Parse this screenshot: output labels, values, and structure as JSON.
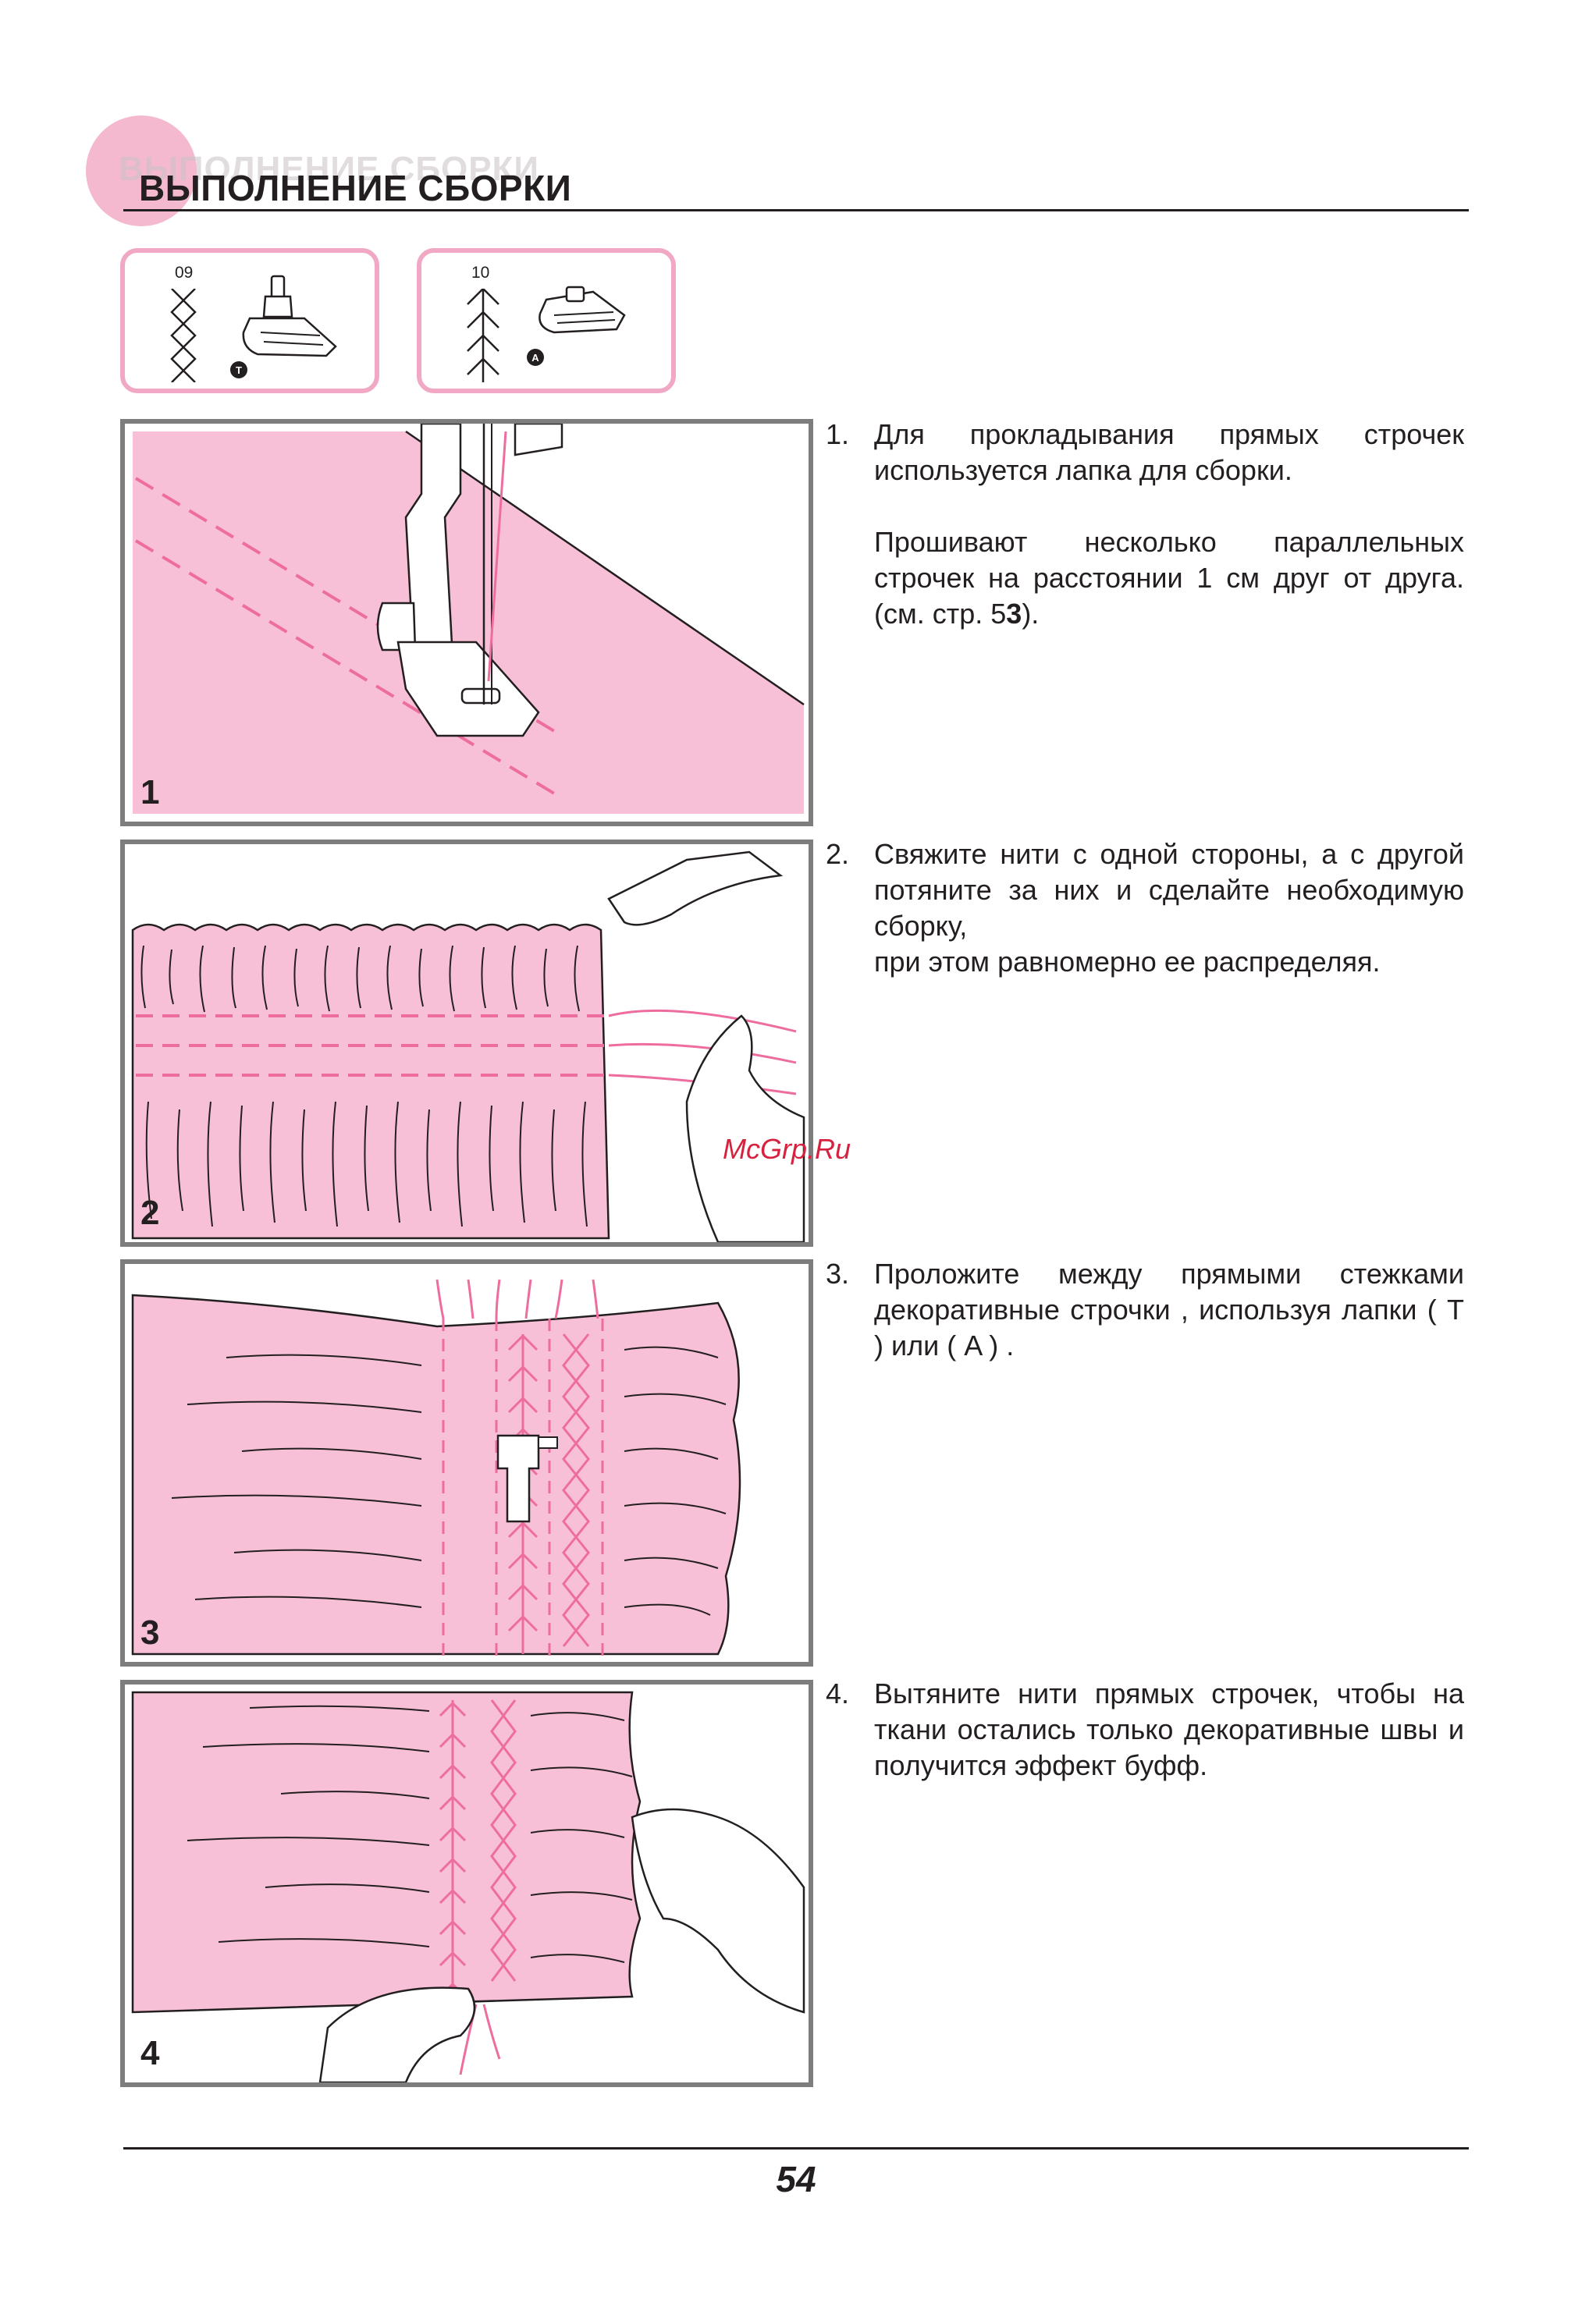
{
  "header": {
    "title": "ВЫПОЛНЕНИЕ СБОРКИ",
    "ghost_title": "ВЫПОЛНЕНИЕ СБОРКИ"
  },
  "stitch_cards": [
    {
      "number": "09",
      "foot_letter": "T"
    },
    {
      "number": "10",
      "foot_letter": "A"
    }
  ],
  "figures": [
    {
      "label": "1"
    },
    {
      "label": "2"
    },
    {
      "label": "3"
    },
    {
      "label": "4"
    }
  ],
  "steps": [
    {
      "number": "1.",
      "paragraph_1": "Для прокладывания прямых строчек используется лапка для сборки.",
      "paragraph_2_prefix": "Прошивают несколько параллельных строчек на расстоянии 1 см друг от друга. (см. стр. 5",
      "paragraph_2_bold": "3",
      "paragraph_2_suffix": ")."
    },
    {
      "number": "2.",
      "text": "Свяжите нити с одной стороны, а с другой потяните за них и сделайте необходимую сборку,",
      "text_2": "при этом равномерно ее распределяя."
    },
    {
      "number": "3.",
      "text": "Проложите между прямыми стежками декоративные строчки , используя лапки ( T ) или ( A ) ."
    },
    {
      "number": "4.",
      "text": "Вытяните нити прямых строчек, чтобы на ткани остались только декоративные швы и получится эффект буфф."
    }
  ],
  "watermark": "McGrp.Ru",
  "page_number": "54",
  "colors": {
    "fabric_pink": "#f7c0d6",
    "accent_pink": "#f1a8c5",
    "stitch_pink": "#ee6d9f",
    "frame_gray": "#7d7d7d",
    "ink": "#231f20",
    "watermark_red": "#d6223f"
  }
}
